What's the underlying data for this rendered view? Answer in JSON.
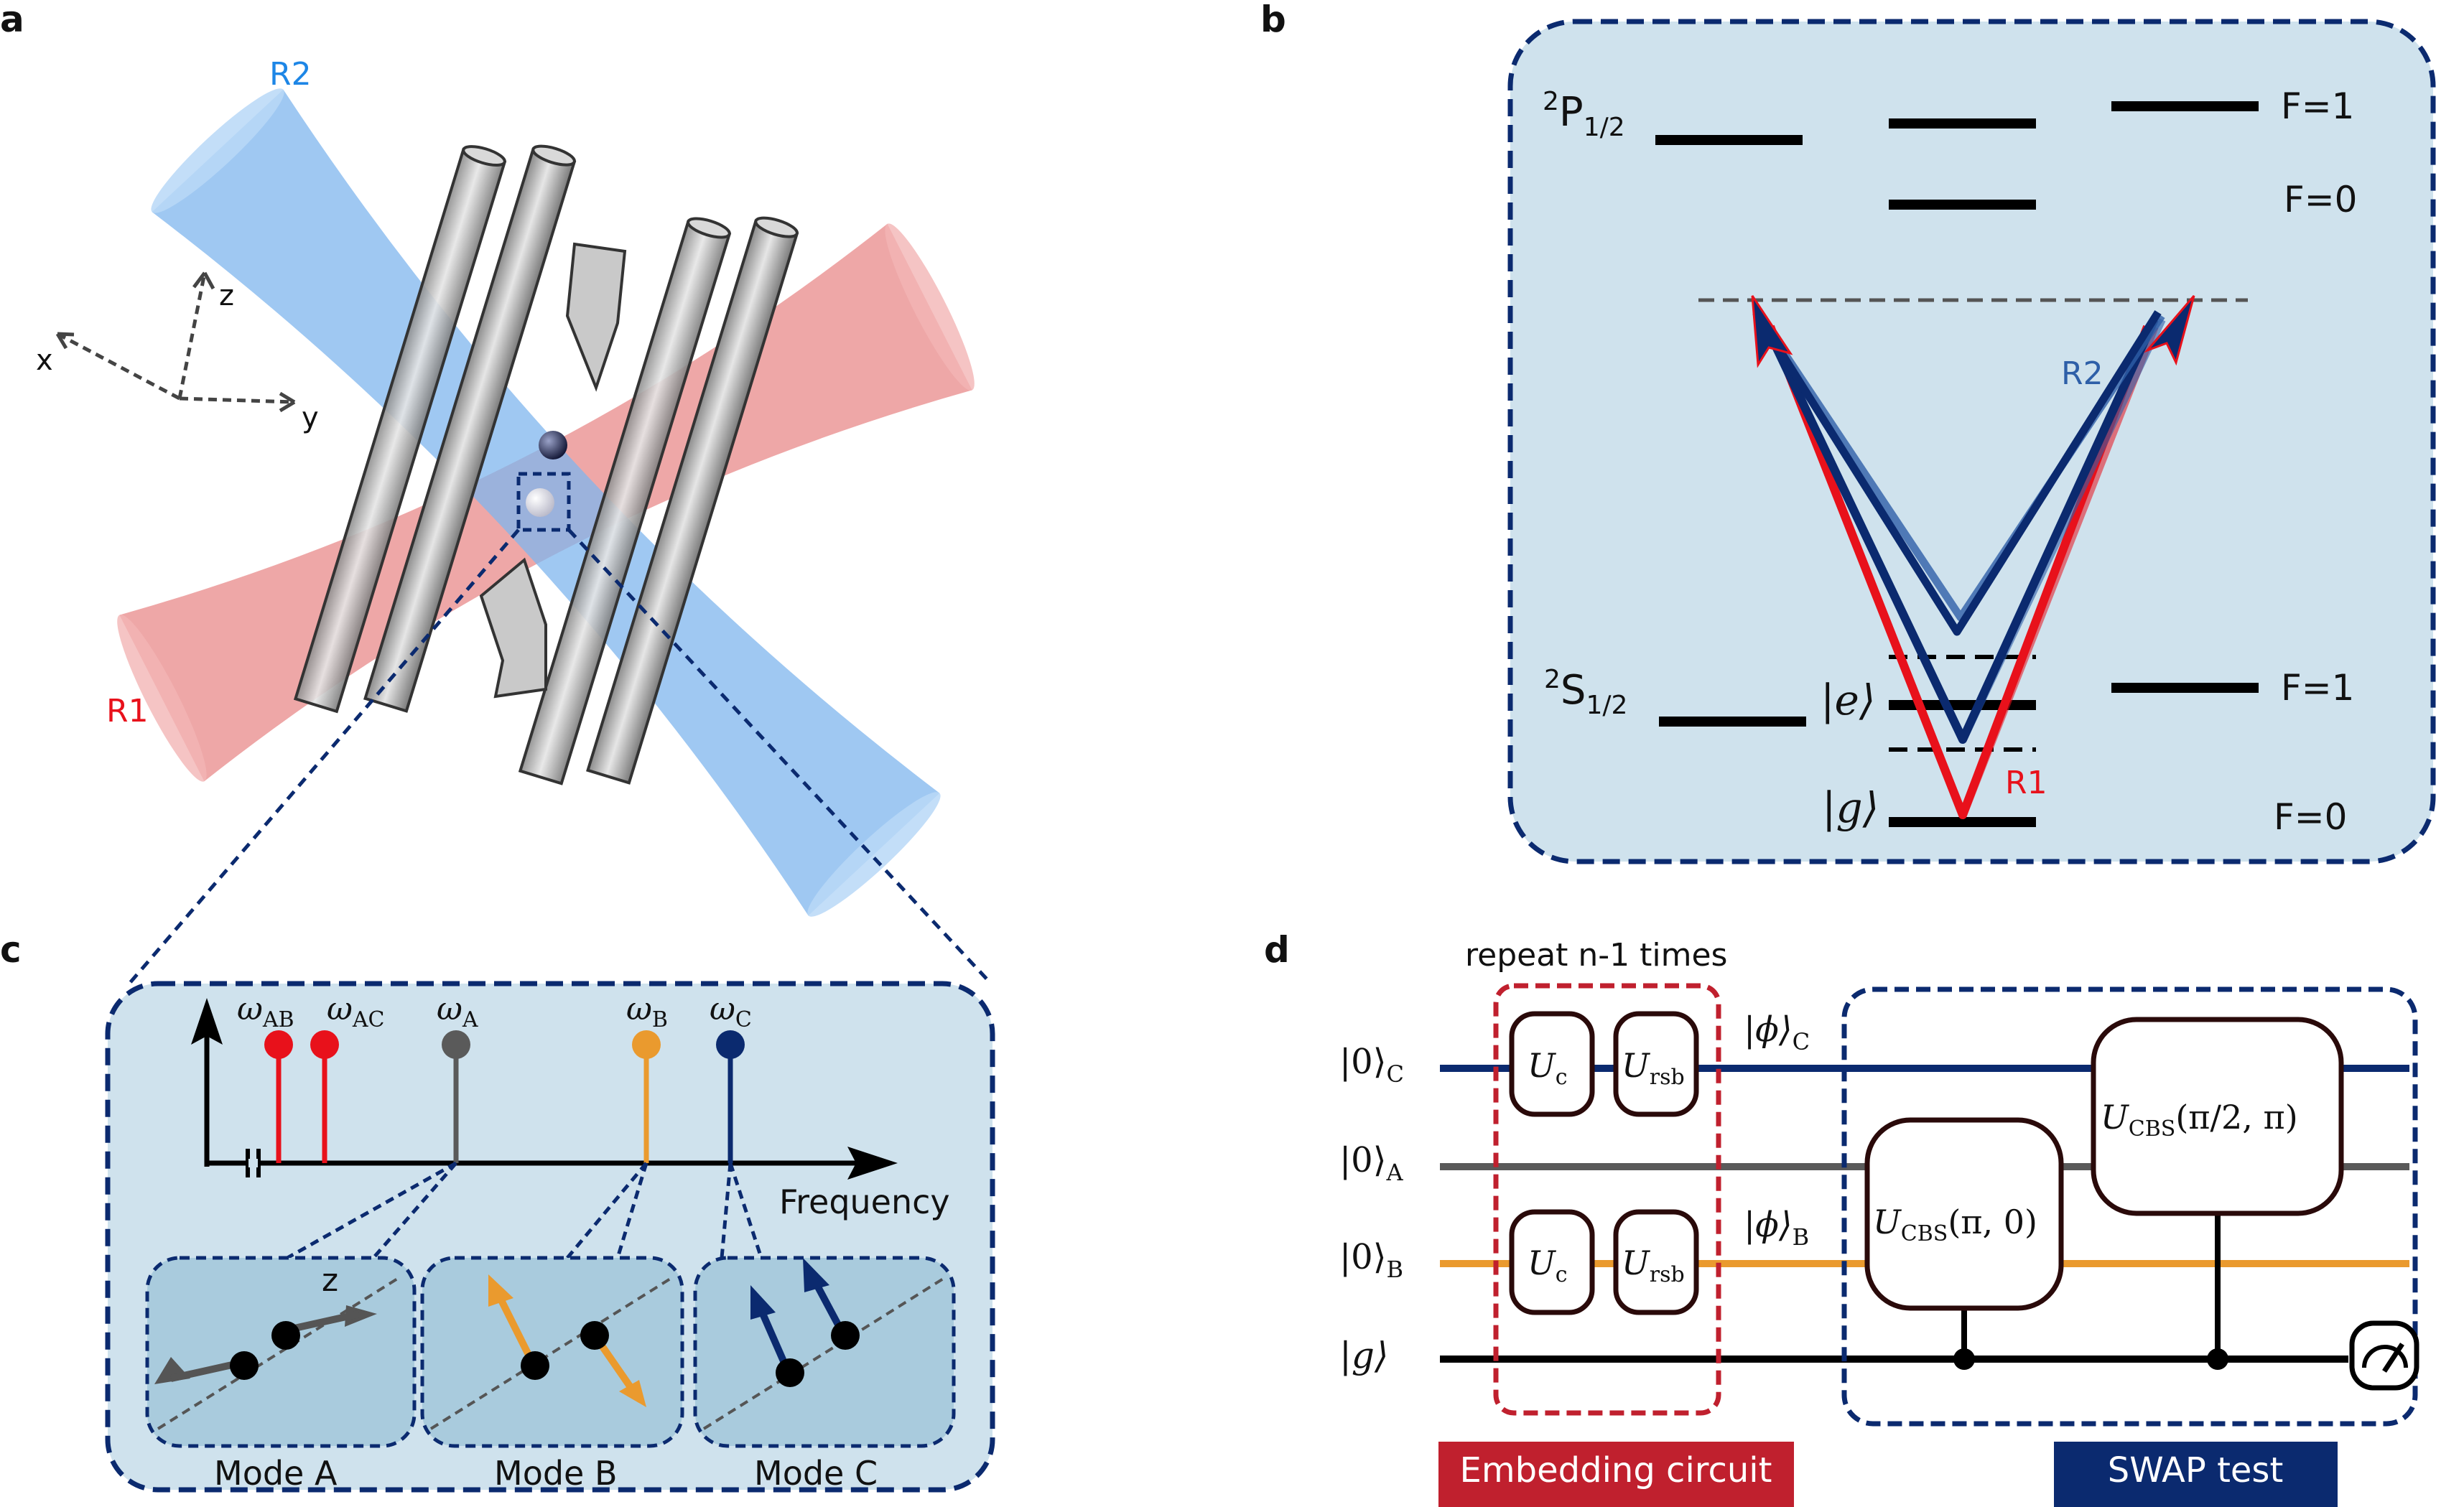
{
  "panels": {
    "a": {
      "label": "a",
      "beam_r1": "R1",
      "beam_r2": "R2",
      "axis_x": "x",
      "axis_y": "y",
      "axis_z": "z"
    },
    "b": {
      "label": "b",
      "p_level": "2P1/2",
      "p_sup": "2",
      "p_main": "P",
      "p_sub": "1/2",
      "s_sup": "2",
      "s_main": "S",
      "s_sub": "1/2",
      "f1_top": "F=1",
      "f0_top": "F=0",
      "f1_bottom": "F=1",
      "f0_bottom": "F=0",
      "ket_e": "|e⟩",
      "ket_g": "|g⟩",
      "r1": "R1",
      "r2": "R2"
    },
    "c": {
      "label": "c",
      "axis_label": "Frequency",
      "omega_ab": "ω",
      "omega_ab_sub": "AB",
      "omega_ac_sub": "AC",
      "omega_a_sub": "A",
      "omega_b_sub": "B",
      "omega_c_sub": "C",
      "z_label": "z",
      "mode_a": "Mode A",
      "mode_b": "Mode B",
      "mode_c": "Mode C"
    },
    "d": {
      "label": "d",
      "repeat_label": "repeat n-1 times",
      "ket_0": "|0⟩",
      "sub_c": "C",
      "sub_a": "A",
      "sub_b": "B",
      "ket_g": "|g⟩",
      "phi": "|ϕ⟩",
      "gate_uc": "U",
      "gate_uc_sub": "c",
      "gate_ursb_sub": "rsb",
      "gate_cbs_sub": "CBS",
      "cbs1_args": "(π, 0)",
      "cbs2_args": "(π/2, π)",
      "embedding_label": "Embedding circuit",
      "swap_label": "SWAP test"
    }
  },
  "colors": {
    "navy": "#0b2a6f",
    "panel_fill": "#cfe2ed",
    "mode_fill": "#a9cbdd",
    "red": "#e8111b",
    "orange": "#ea9a2e",
    "grey": "#5a5a5a",
    "beam_red": "#e88a8a",
    "beam_blue": "#7fb5ee",
    "embed_red": "#c0202e",
    "r2_blue": "#2e5fa8"
  }
}
